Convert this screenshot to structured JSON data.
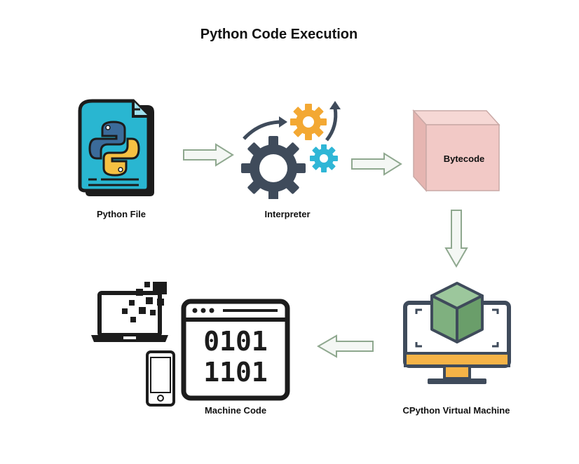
{
  "title": "Python Code Execution",
  "nodes": {
    "python_file": {
      "label": "Python File",
      "icon": "python-file-icon"
    },
    "interpreter": {
      "label": "Interpreter",
      "icon": "gears-icon"
    },
    "bytecode": {
      "label": "Bytecode",
      "icon": "cube-icon"
    },
    "cpython_vm": {
      "label": "CPython Virtual Machine",
      "icon": "monitor-cube-icon"
    },
    "machine_code": {
      "label": "Machine Code",
      "icon": "binary-window-icon",
      "code_line_1": "0101",
      "code_line_2": "1101"
    }
  },
  "colors": {
    "python_file_bg": "#29b6d1",
    "python_blue": "#3b6b9a",
    "python_yellow": "#f5c042",
    "gear_dark": "#3f4b5b",
    "gear_orange": "#f3a833",
    "gear_cyan": "#2fb6d6",
    "bytecode_face": "#f2c9c6",
    "vm_cube": "#7fb07f",
    "vm_base": "#f5b347",
    "arrow_stroke": "#8fa88f"
  }
}
